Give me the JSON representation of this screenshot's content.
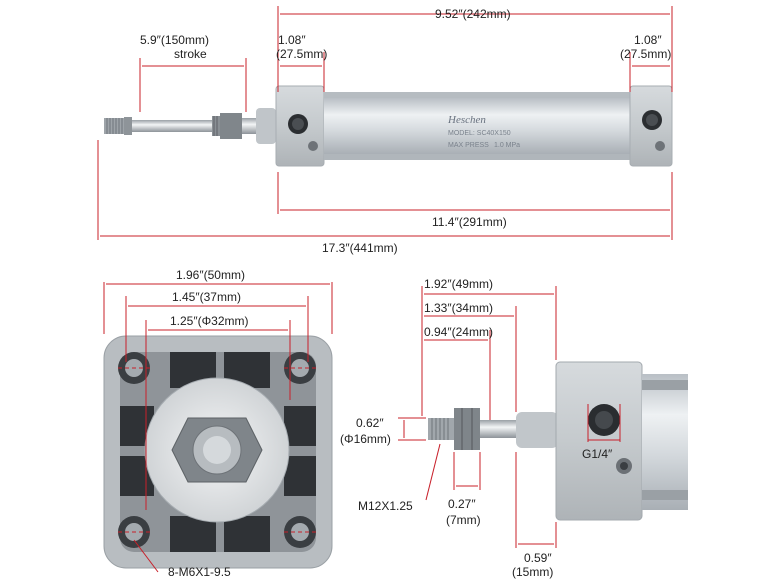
{
  "labels": {
    "stroke_value": "5.9″(150mm)",
    "stroke_word": "stroke",
    "overall_body": "9.52″(242mm)",
    "end_cap_left": "1.08″",
    "end_cap_left_mm": "(27.5mm)",
    "end_cap_right": "1.08″",
    "end_cap_right_mm": "(27.5mm)",
    "body_with_caps": "11.4″(291mm)",
    "total_length": "17.3″(441mm)",
    "square_width": "1.96″(50mm)",
    "hole_spacing": "1.45″(37mm)",
    "bore": "1.25″(Φ32mm)",
    "mount_holes": "8-M6X1-9.5",
    "rod_49": "1.92″(49mm)",
    "rod_34": "1.33″(34mm)",
    "rod_24": "0.94″(24mm)",
    "rod_dia": "0.62″",
    "rod_dia_mm": "(Φ16mm)",
    "thread": "M12X1.25",
    "nut_width": "0.27″",
    "nut_width_mm": "(7mm)",
    "cap_thick": "0.59″",
    "cap_thick_mm": "(15mm)",
    "port": "G1/4″"
  },
  "product": {
    "brand": "Heschen",
    "model": "MODEL: SC40X150",
    "pressure": "MAX PRESS",
    "pressure_val": "1.0 MPa"
  },
  "colors": {
    "dimension": "#c8202a",
    "aluminum": "#c9ced3",
    "dark_metal": "#5d6166"
  }
}
